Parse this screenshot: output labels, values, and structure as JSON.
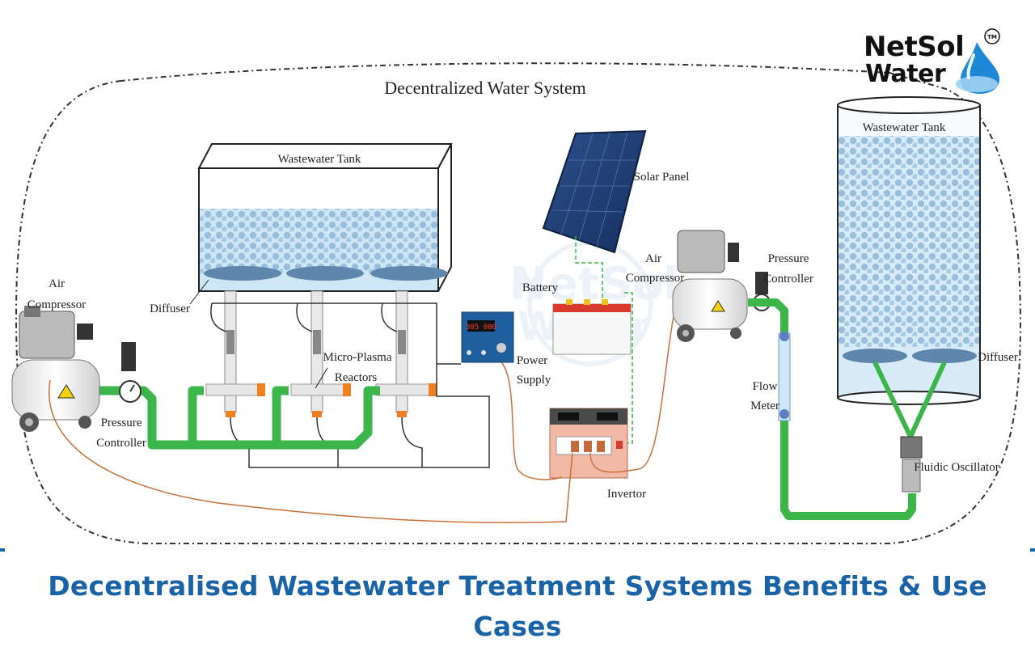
{
  "diagram": {
    "title": "Decentralized Water System",
    "labels": {
      "wastewater_tank_left": "Wastewater Tank",
      "wastewater_tank_right": "Wastewater Tank",
      "solar_panel": "Solar Panel",
      "air_compressor_left_1": "Air",
      "air_compressor_left_2": "Compressor",
      "air_compressor_right_1": "Air",
      "air_compressor_right_2": "Compressor",
      "diffuser_left": "Diffuser",
      "diffuser_right": "Diffuser",
      "micro_plasma_1": "Micro-Plasma",
      "micro_plasma_2": "Reactors",
      "pressure_controller_left_1": "Pressure",
      "pressure_controller_left_2": "Controller",
      "pressure_controller_right_1": "Pressure",
      "pressure_controller_right_2": "Controller",
      "battery": "Battery",
      "power_supply_1": "Power",
      "power_supply_2": "Supply",
      "inverter": "Invertor",
      "flow_meter_1": "Flow",
      "flow_meter_2": "Meter",
      "fluidic_oscillator": "Fluidic Oscillator"
    },
    "power_supply_display": "305 000"
  },
  "logo": {
    "line1": "NetSol",
    "line2": "Water",
    "trademark": "TM"
  },
  "caption": "Decentralised Wastewater Treatment Systems Benefits & Use Cases",
  "colors": {
    "pipe_green": "#3cb54a",
    "wire_orange": "#c8703a",
    "water_blue": "#b9dcf2",
    "bubble_blue": "#8fb7d8",
    "caption_blue": "#1a63a7",
    "dashed_border": "#333333"
  }
}
